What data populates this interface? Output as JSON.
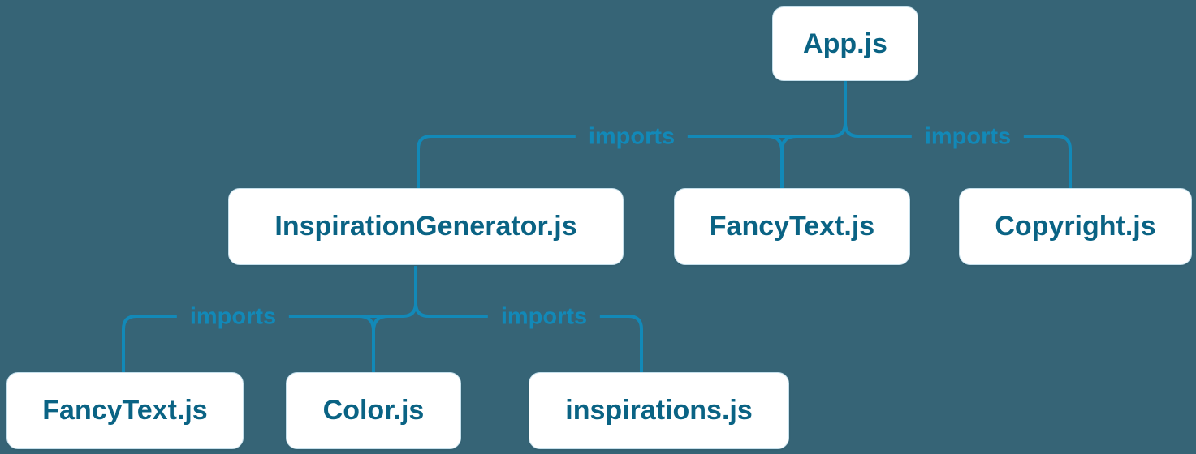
{
  "diagram_title": "module-import-tree",
  "colors": {
    "background": "#366476",
    "line": "#1289b8",
    "edge_label_text": "#1289b8",
    "node_background": "#ffffff",
    "node_text": "#0a6384"
  },
  "nodes": {
    "app": {
      "label": "App.js"
    },
    "inspiration_generator": {
      "label": "InspirationGenerator.js"
    },
    "fancy_text_mid": {
      "label": "FancyText.js"
    },
    "copyright": {
      "label": "Copyright.js"
    },
    "fancy_text_bottom": {
      "label": "FancyText.js"
    },
    "color": {
      "label": "Color.js"
    },
    "inspirations": {
      "label": "inspirations.js"
    }
  },
  "edges": {
    "label": "imports"
  }
}
